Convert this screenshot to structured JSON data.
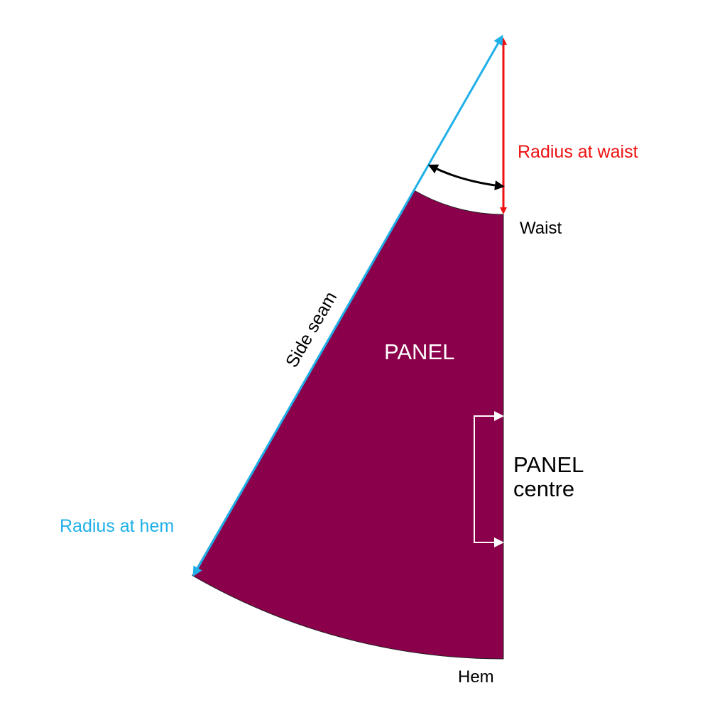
{
  "labels": {
    "radius_waist": "Radius at waist",
    "waist": "Waist",
    "side_seam": "Side seam",
    "panel": "PANEL",
    "panel_centre_line1": "PANEL",
    "panel_centre_line2": "centre",
    "radius_hem": "Radius at hem",
    "hem": "Hem"
  },
  "colors": {
    "panel_fill": "#8b004b",
    "radius_waist": "#ee1111",
    "radius_hem": "#1fb0e8",
    "angle_arrow": "#000000",
    "centre_bracket": "#ffffff"
  }
}
